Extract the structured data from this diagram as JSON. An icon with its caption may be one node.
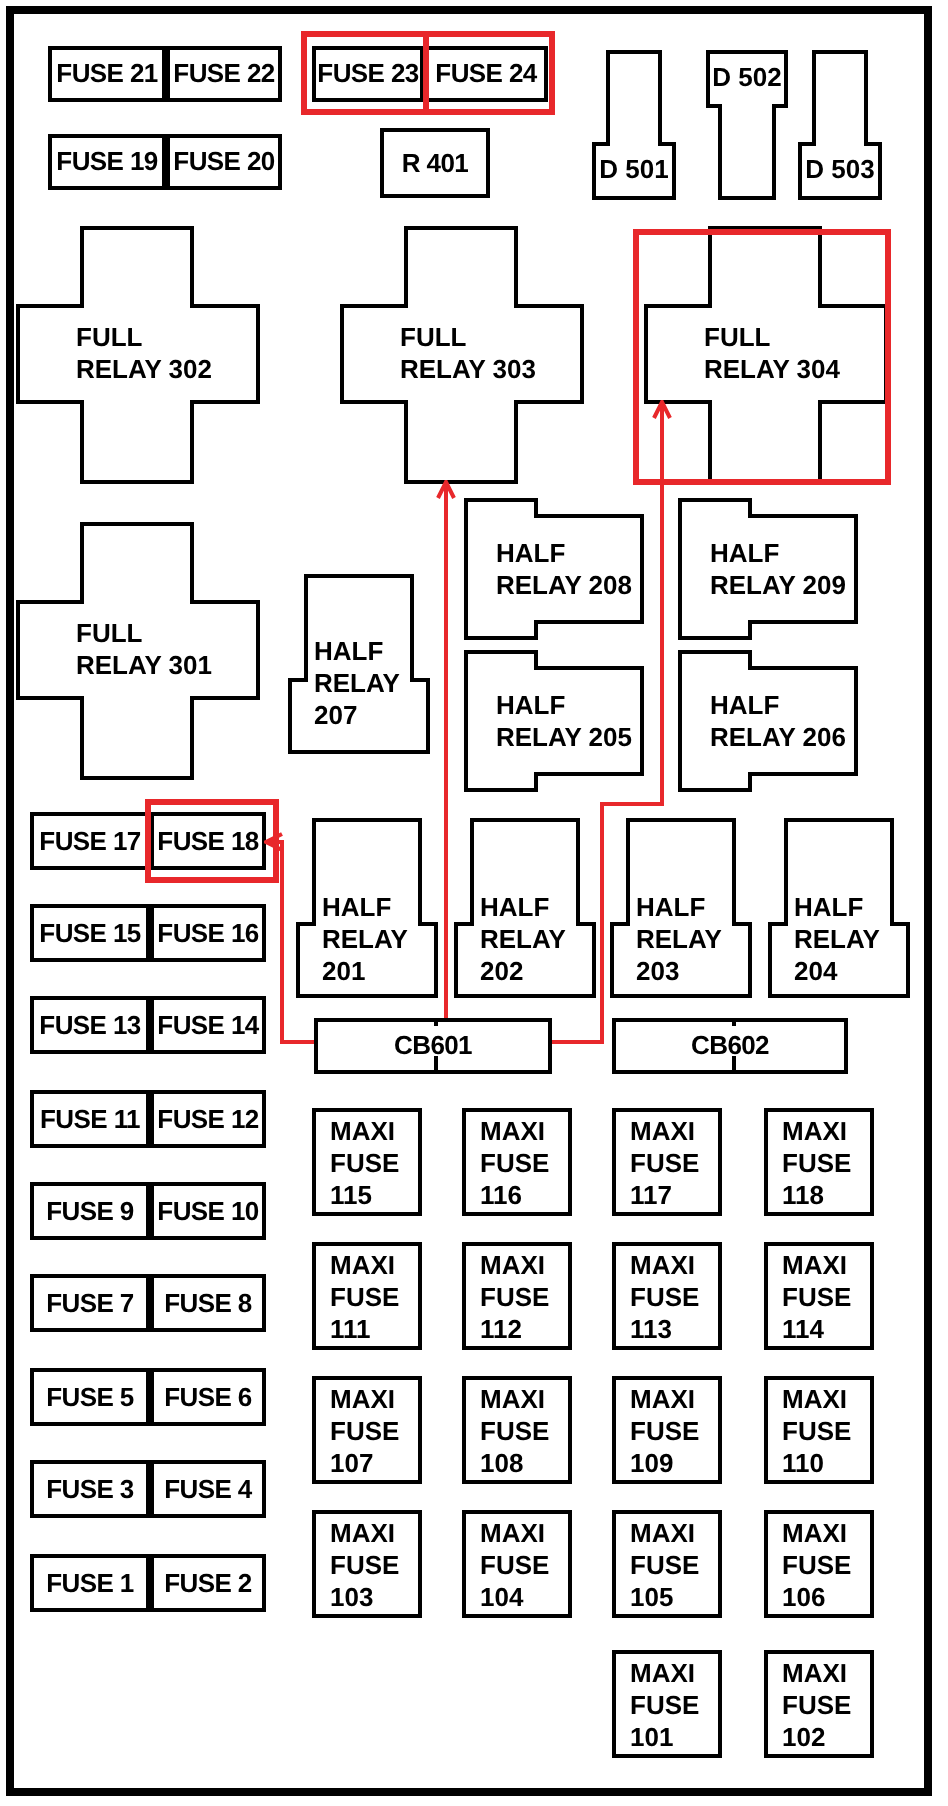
{
  "diagram": {
    "nodes": [
      {
        "text": [
          "FUSE 21"
        ]
      },
      {
        "text": [
          "FUSE 22"
        ]
      },
      {
        "text": [
          "FUSE 23"
        ]
      },
      {
        "text": [
          "FUSE 24"
        ]
      },
      {
        "text": [
          "D 501"
        ]
      },
      {
        "text": [
          "D 502"
        ]
      },
      {
        "text": [
          "D 503"
        ]
      },
      {
        "text": [
          "FUSE 19"
        ]
      },
      {
        "text": [
          "FUSE 20"
        ]
      },
      {
        "text": [
          "R 401"
        ]
      },
      {
        "text": [
          "FULL RELAY 302"
        ]
      },
      {
        "text": [
          "FULL RELAY 303"
        ]
      },
      {
        "text": [
          "FULL RELAY 304"
        ]
      },
      {
        "text": [
          "HALF RELAY 208"
        ]
      },
      {
        "text": [
          "HALF RELAY 209"
        ]
      },
      {
        "text": [
          "FULL RELAY 301"
        ]
      },
      {
        "text": [
          "HALF RELAY 207"
        ]
      },
      {
        "text": [
          "HALF RELAY 205"
        ]
      },
      {
        "text": [
          "HALF RELAY 206"
        ]
      },
      {
        "text": [
          "FUSE 17"
        ]
      },
      {
        "text": [
          "FUSE 18"
        ]
      },
      {
        "text": [
          "HALF RELAY 201"
        ]
      },
      {
        "text": [
          "HALF RELAY 202"
        ]
      },
      {
        "text": [
          "HALF RELAY 203"
        ]
      },
      {
        "text": [
          "HALF RELAY 204"
        ]
      },
      {
        "text": [
          "FUSE 15"
        ]
      },
      {
        "text": [
          "FUSE 16"
        ]
      },
      {
        "text": [
          "FUSE 13"
        ]
      },
      {
        "text": [
          "FUSE 14"
        ]
      },
      {
        "text": [
          "CB601"
        ]
      },
      {
        "text": [
          "CB602"
        ]
      },
      {
        "text": [
          "FUSE 11"
        ]
      },
      {
        "text": [
          "FUSE 12"
        ]
      },
      {
        "text": [
          "MAXI FUSE 115"
        ]
      },
      {
        "text": [
          "MAXI FUSE 116"
        ]
      },
      {
        "text": [
          "MAXI FUSE 117"
        ]
      },
      {
        "text": [
          "MAXI FUSE 118"
        ]
      },
      {
        "text": [
          "FUSE 9"
        ]
      },
      {
        "text": [
          "FUSE 10"
        ]
      },
      {
        "text": [
          "MAXI FUSE 111"
        ]
      },
      {
        "text": [
          "MAXI FUSE 112"
        ]
      },
      {
        "text": [
          "MAXI FUSE 113"
        ]
      },
      {
        "text": [
          "MAXI FUSE 114"
        ]
      },
      {
        "text": [
          "FUSE 7"
        ]
      },
      {
        "text": [
          "FUSE 8"
        ]
      },
      {
        "text": [
          "MAXI FUSE 107"
        ]
      },
      {
        "text": [
          "MAXI FUSE 108"
        ]
      },
      {
        "text": [
          "MAXI FUSE 109"
        ]
      },
      {
        "text": [
          "MAXI FUSE 110"
        ]
      },
      {
        "text": [
          "FUSE 5"
        ]
      },
      {
        "text": [
          "FUSE 6"
        ]
      },
      {
        "text": [
          "MAXI FUSE 103"
        ]
      },
      {
        "text": [
          "MAXI FUSE 104"
        ]
      },
      {
        "text": [
          "MAXI FUSE 105"
        ]
      },
      {
        "text": [
          "MAXI FUSE 106"
        ]
      },
      {
        "text": [
          "FUSE 3"
        ]
      },
      {
        "text": [
          "FUSE 4"
        ]
      },
      {
        "text": [
          "MAXI FUSE 101"
        ]
      },
      {
        "text": [
          "MAXI FUSE 102"
        ]
      },
      {
        "text": [
          "FUSE 1"
        ]
      },
      {
        "text": [
          "FUSE 2"
        ]
      }
    ],
    "edges": [
      {
        "from": 29,
        "to": 20,
        "arrow": "to"
      },
      {
        "from": 29,
        "to": 11,
        "arrow": "to"
      },
      {
        "from": 29,
        "to": 12,
        "arrow": "to"
      }
    ]
  }
}
